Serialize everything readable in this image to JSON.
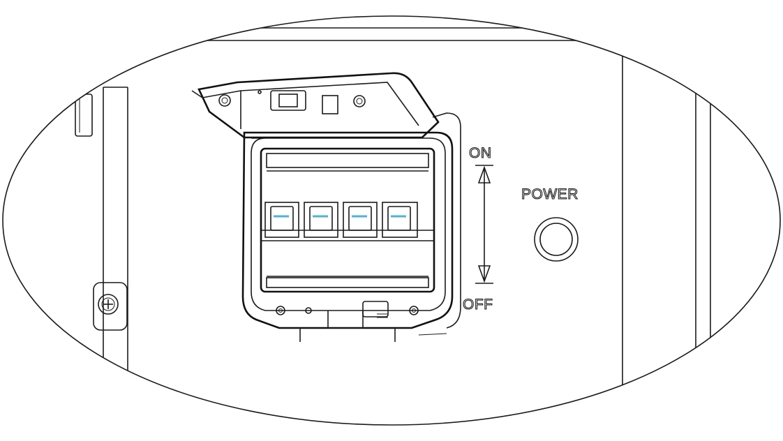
{
  "labels": {
    "on": "ON",
    "off": "OFF",
    "power": "POWER"
  },
  "breaker_poles": 4,
  "colors": {
    "line": "#1a1a1a",
    "background": "#ffffff",
    "toggle_marking": "#4fb3d9"
  }
}
